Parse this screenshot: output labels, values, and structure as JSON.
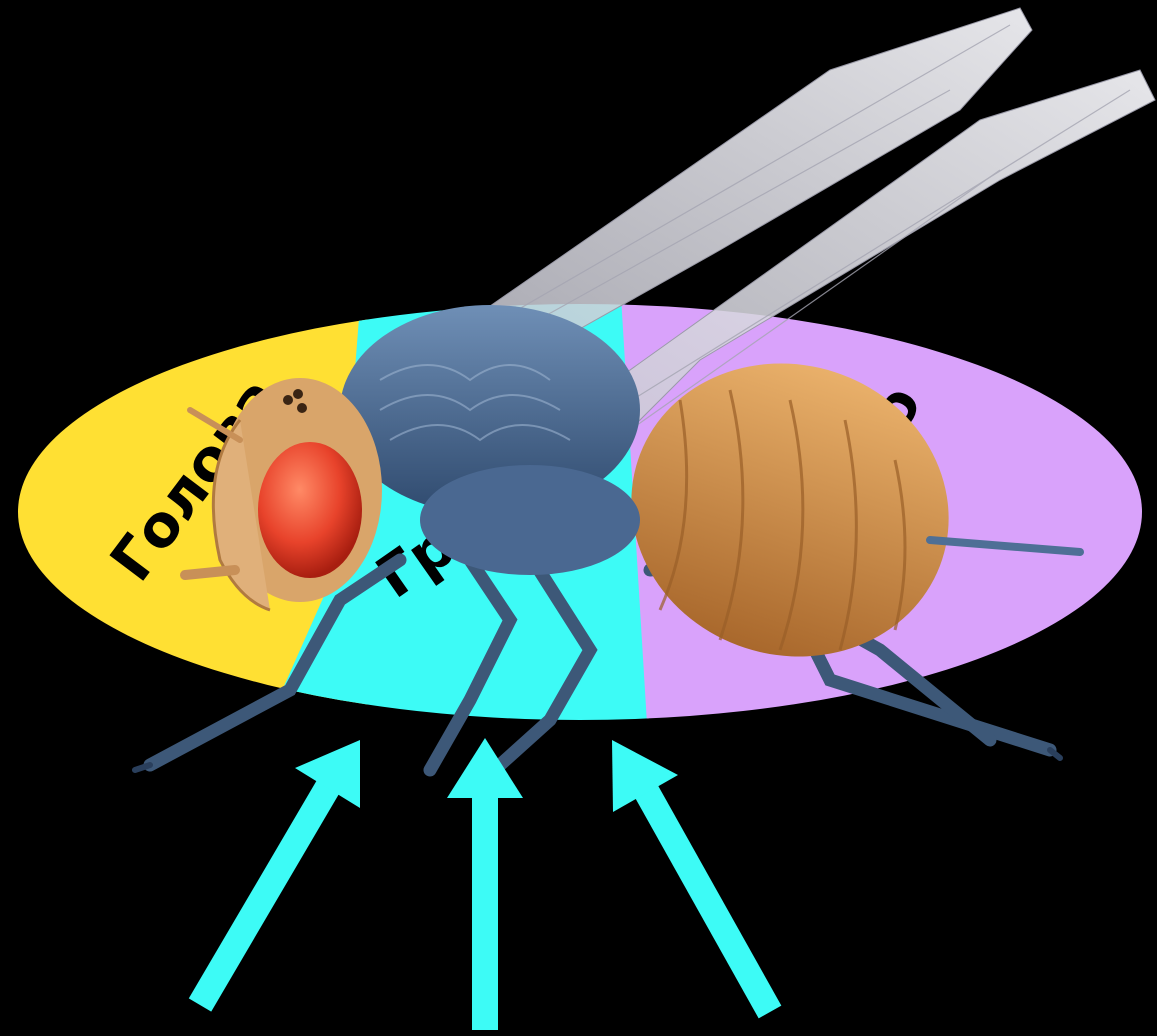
{
  "labels": {
    "head": "Голова",
    "thorax": "Гр",
    "abdomen": "ко"
  },
  "colors": {
    "background": "#000000",
    "head_region": "#FFE033",
    "thorax_region": "#3DFBF6",
    "abdomen_region": "#D9A2FB",
    "arrows": "#3DFBF6",
    "fly_body": "#4E6F96",
    "fly_abdomen": "#C98A45",
    "fly_eye": "#E8432B"
  },
  "icons": [
    "fly-illustration",
    "arrow-up-icon"
  ]
}
